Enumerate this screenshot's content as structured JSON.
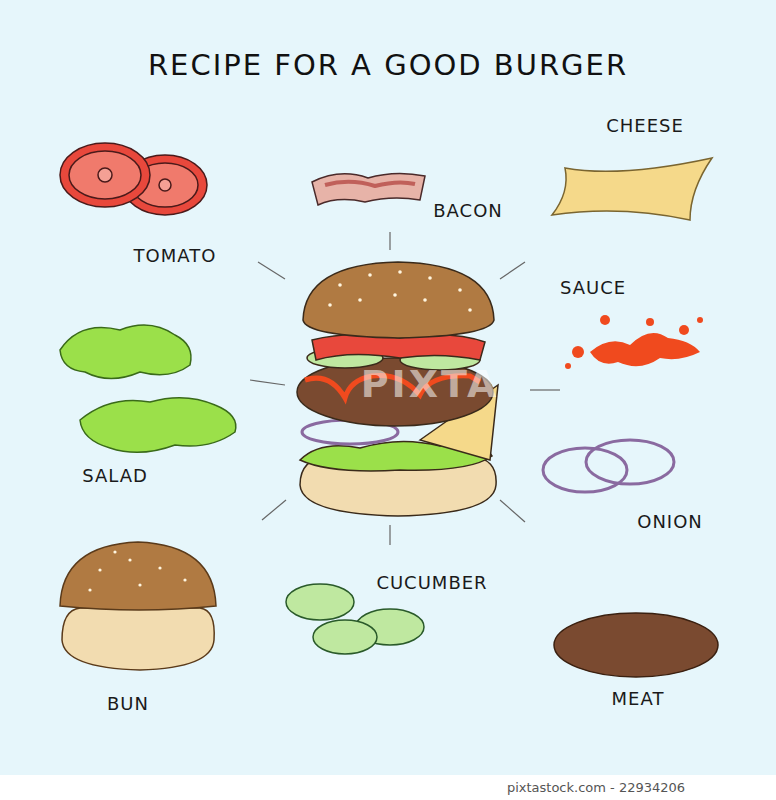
{
  "diagram": {
    "title": "RECIPE FOR A GOOD BURGER",
    "labels": [
      "TOMATO",
      "BACON",
      "CHEESE",
      "SAUCE",
      "SALAD",
      "ONION",
      "CUCUMBER",
      "BUN",
      "MEAT",
      "PIXTA",
      "pixtastock.com - 22934206"
    ]
  }
}
